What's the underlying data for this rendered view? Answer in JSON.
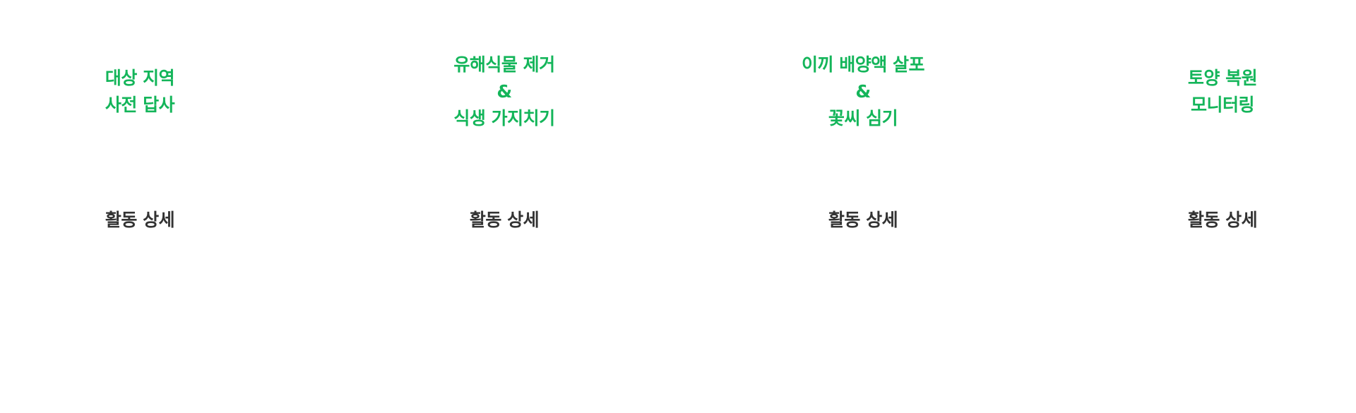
{
  "steps": [
    {
      "title_lines": [
        "대상 지역",
        "사전 답사"
      ],
      "detail_label": "활동 상세"
    },
    {
      "title_lines": [
        "유해식물 제거",
        "&",
        "식생 가지치기"
      ],
      "detail_label": "활동 상세"
    },
    {
      "title_lines": [
        "이끼 배양액 살포",
        "&",
        "꽃씨 심기"
      ],
      "detail_label": "활동 상세"
    },
    {
      "title_lines": [
        "토양 복원",
        "모니터링"
      ],
      "detail_label": "활동 상세"
    }
  ],
  "colors": {
    "title_green": "#14b55a",
    "detail_text": "#333333",
    "background": "#ffffff"
  }
}
